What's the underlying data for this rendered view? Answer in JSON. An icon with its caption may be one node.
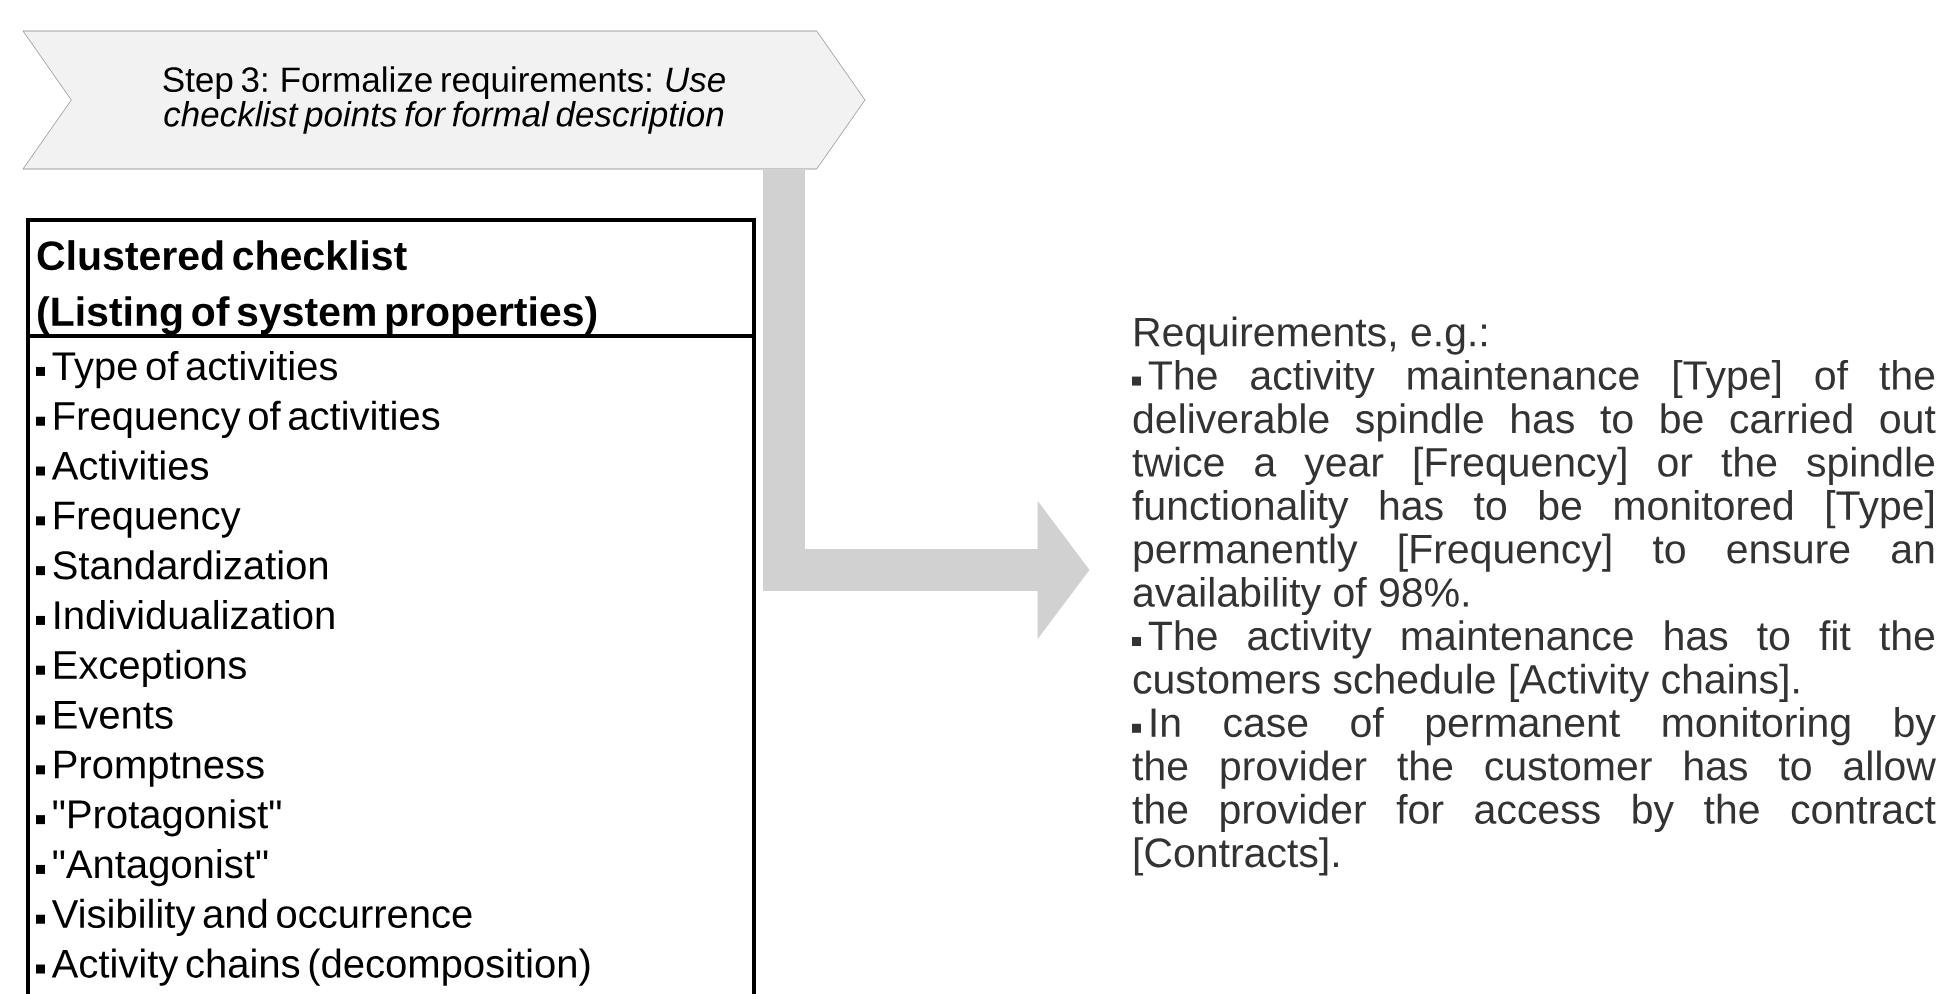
{
  "diagram": {
    "nodes": [
      {
        "text": [
          "Step 3: Formalize requirements: *Use checklist points for formal description*"
        ]
      },
      {
        "text": [
          "Clustered checklist (Listing of system properties)",
          "Type of activities",
          "Frequency of activities",
          "Activities",
          "Frequency",
          "Standardization",
          "Individualization",
          "Exceptions",
          "Events",
          "Promptness",
          "\"Protagonist\"",
          "\"Antagonist\"",
          "Visibility and occurrence",
          "Activity chains (decomposition)"
        ]
      },
      {
        "text": [
          "Requirements, e.g.:",
          "The activity maintenance [Type] of the deliverable spindle has to be carried out twice a year [Frequency] or the spindle functionality has to be monitored [Type] permanently [Frequency] to ensure an availability of 98%.",
          "The activity maintenance has to fit the customers schedule [Activity chains].",
          "In case of permanent monitoring by the provider the customer has to allow the provider for access by the contract [Contracts]."
        ]
      }
    ],
    "edges": [
      {
        "from": 0,
        "to": 2,
        "arrow": "to"
      }
    ]
  }
}
